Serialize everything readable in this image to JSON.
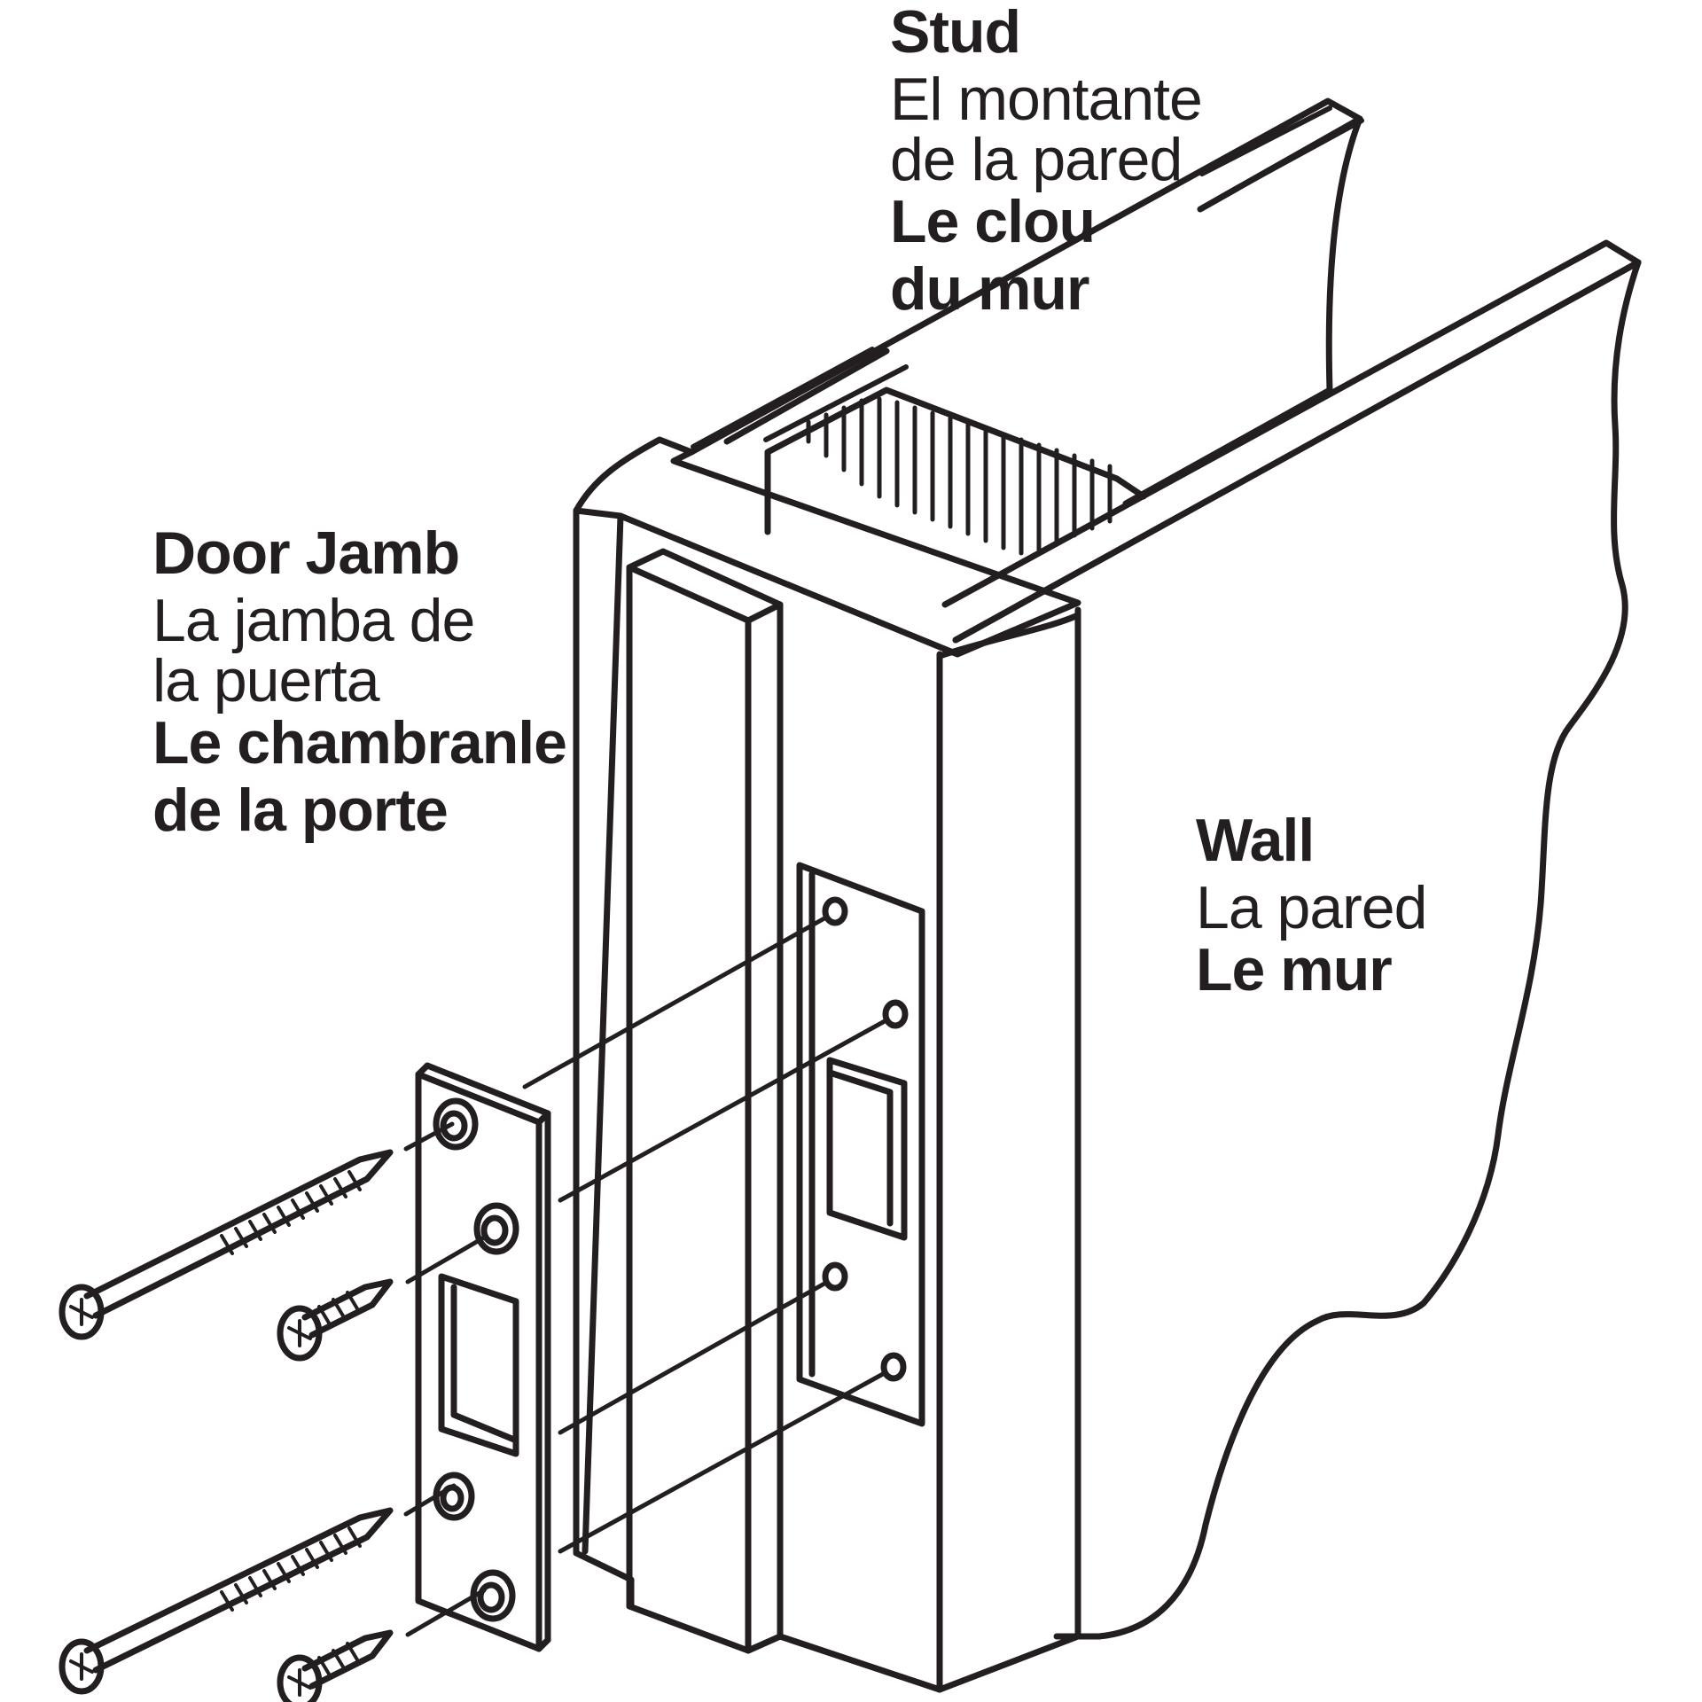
{
  "labels": {
    "stud": {
      "en": "Stud",
      "es_line1": "El montante",
      "es_line2": "de la pared",
      "fr_line1": "Le clou",
      "fr_line2": "du mur"
    },
    "door_jamb": {
      "en": "Door Jamb",
      "es_line1": "La jamba de",
      "es_line2": "la puerta",
      "fr_line1": "Le chambranle",
      "fr_line2": "de la porte"
    },
    "wall": {
      "en": "Wall",
      "es": "La pared",
      "fr": "Le mur"
    }
  },
  "colors": {
    "ink": "#231f20",
    "background": "#ffffff"
  }
}
